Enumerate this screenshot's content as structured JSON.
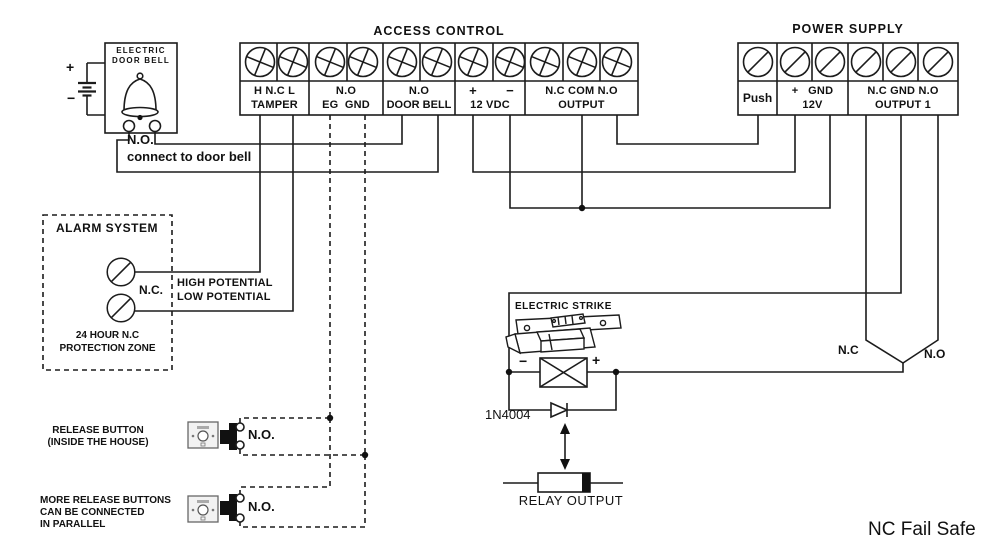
{
  "access_control": {
    "title": "ACCESS CONTROL",
    "groups": [
      {
        "row1": "H N.C L",
        "row2": "TAMPER"
      },
      {
        "row1": "N.O",
        "row2": "EG  GND"
      },
      {
        "row1": "N.O",
        "row2": "DOOR BELL"
      },
      {
        "row1": "+",
        "row1b": "−",
        "row2": "12 VDC"
      },
      {
        "row1": "N.C COM N.O",
        "row2": "OUTPUT"
      }
    ]
  },
  "power_supply": {
    "title": "POWER SUPPLY",
    "push_label": "Push",
    "group2_row1": "+   GND",
    "group2_row2": "12V",
    "group3_row1": "N.C GND N.O",
    "group3_row2": "OUTPUT 1"
  },
  "door_bell": {
    "line1": "ELECTRIC",
    "line2": "DOOR BELL",
    "battery_plus": "+",
    "battery_minus": "−",
    "wire_label": "N.O.",
    "wire_note": "connect to door bell"
  },
  "alarm": {
    "title": "ALARM SYSTEM",
    "nc": "N.C.",
    "high": "HIGH POTENTIAL",
    "low": "LOW POTENTIAL",
    "zone_line1": "24 HOUR N.C",
    "zone_line2": "PROTECTION ZONE"
  },
  "release_button_1": {
    "label_line1": "RELEASE BUTTON",
    "label_line2": "(INSIDE THE HOUSE)",
    "contact": "N.O."
  },
  "release_button_2": {
    "label_line1": "MORE RELEASE BUTTONS",
    "label_line2": "CAN BE CONNECTED",
    "label_line3": "IN PARALLEL",
    "contact": "N.O."
  },
  "strike": {
    "title": "ELECTRIC STRIKE",
    "minus": "−",
    "plus": "+",
    "diode_label": "1N4004",
    "relay_label": "RELAY OUTPUT"
  },
  "failsafe": {
    "nc": "N.C",
    "no": "N.O",
    "caption": "NC Fail Safe"
  },
  "colors": {
    "line": "#1c1c1c",
    "background": "#ffffff"
  }
}
